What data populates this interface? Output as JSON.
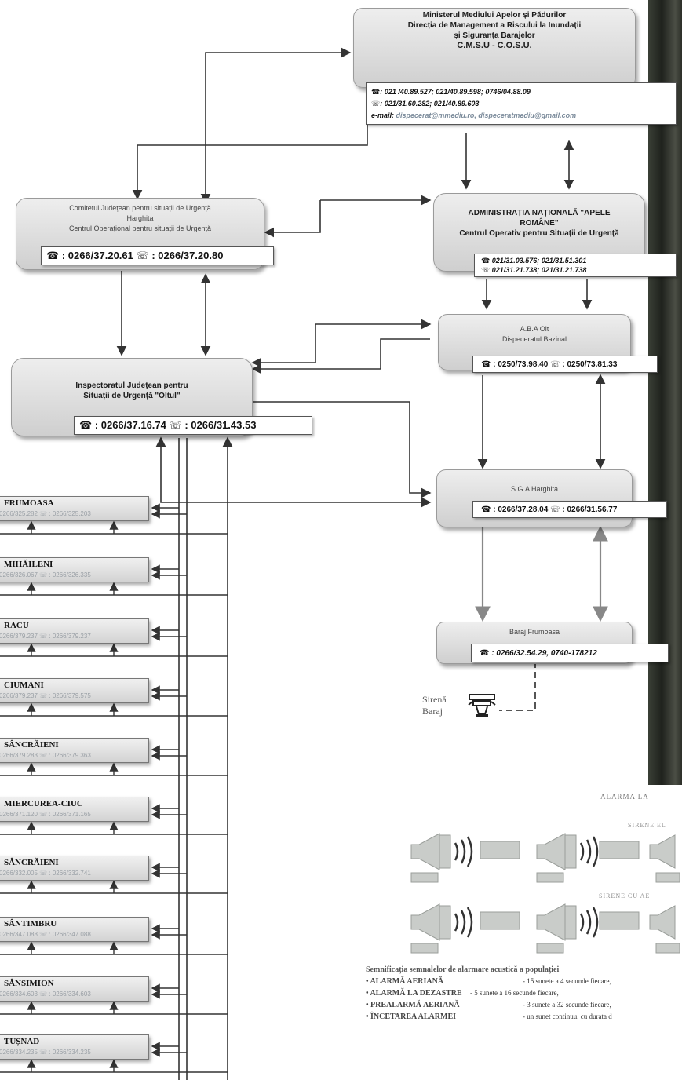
{
  "ministry": {
    "lines": [
      "Ministerul Mediului Apelor și Pădurilor",
      "Direcția de Management a Riscului la Inundații",
      "și Siguranța Barajelor",
      "C.M.S.U - C.O.S.U."
    ],
    "phones": "☎: 021 /40.89.527; 021/40.89.598; 0746/04.88.09",
    "fax": "☏: 021/31.60.282; 021/40.89.603",
    "email_label": "e-mail:",
    "email": "dispecerat@mmediu.ro, dispeceratmediu@gmail.com"
  },
  "committee": {
    "lines": [
      "Comitetul Județean pentru situații de Urgență",
      "Harghita",
      "Centrul Operațional pentru situații de Urgență"
    ],
    "contact": "☎ : 0266/37.20.61  ☏ : 0266/37.20.80"
  },
  "apele": {
    "lines": [
      "ADMINISTRAȚIA NAȚIONALĂ \"APELE",
      "ROMÂNE\"",
      "Centrul Operativ pentru Situații de Urgență"
    ],
    "phone1": "☎   021/31.03.576; 021/31.51.301",
    "phone2": "☏   021/31.21.738; 021/31.21.738"
  },
  "aba": {
    "lines": [
      "A.B.A Olt",
      "Dispeceratul Bazinal"
    ],
    "contact": "☎ : 0250/73.98.40  ☏ : 0250/73.81.33"
  },
  "isu": {
    "lines": [
      "Inspectoratul Județean pentru",
      "Situații de Urgență \"Oltul\""
    ],
    "contact": "☎ : 0266/37.16.74  ☏ : 0266/31.43.53"
  },
  "sga": {
    "lines": [
      "S.G.A Harghita"
    ],
    "contact": "☎ : 0266/37.28.04  ☏ : 0266/31.56.77"
  },
  "baraj": {
    "lines": [
      "Baraj Frumoasa"
    ],
    "contact": "☎ : 0266/32.54.29, 0740-178212"
  },
  "siren_label": [
    "Sirenă",
    "Baraj"
  ],
  "localities": [
    {
      "name": "FRUMOASA",
      "phone": "0266/325.282  ☏ : 0266/325.203"
    },
    {
      "name": "MIHĂILENI",
      "phone": "0266/326.067  ☏ : 0266/326.335"
    },
    {
      "name": "RACU",
      "phone": "0266/379.237  ☏ : 0266/379.237"
    },
    {
      "name": "CIUMANI",
      "phone": "0266/379.237  ☏ : 0266/379.575"
    },
    {
      "name": "SÂNCRĂIENI",
      "phone": "0266/379.283  ☏ : 0266/379.363"
    },
    {
      "name": "MIERCUREA-CIUC",
      "phone": "0266/371.120  ☏ : 0266/371.165"
    },
    {
      "name": "SÂNCRĂIENI",
      "phone": "0266/332.005  ☏ : 0266/332.741"
    },
    {
      "name": "SÂNTIMBRU",
      "phone": "0266/347.088  ☏ : 0266/347.088"
    },
    {
      "name": "SÂNSIMION",
      "phone": "0266/334.603  ☏ : 0266/334.603"
    },
    {
      "name": "TUȘNAD",
      "phone": "0266/334.235  ☏ : 0266/334.235"
    }
  ],
  "alarm": {
    "title": "ALARMA LA",
    "row1_caption": "SIRENE EL",
    "row2_caption": "SIRENE CU AE",
    "heading": "Semnificația semnalelor de alarmare acustică a populației",
    "signals": [
      {
        "name": "• ALARMĂ AERIANĂ",
        "desc": "-  15 sunete a 4 secunde fiecare,"
      },
      {
        "name": "• ALARMĂ LA DEZASTRE",
        "desc": "-  5 sunete a 16 secunde fiecare,"
      },
      {
        "name": "• PREALARMĂ AERIANĂ",
        "desc": "-  3 sunete a 32 secunde fiecare,"
      },
      {
        "name": "• ÎNCETAREA ALARMEI",
        "desc": "-  un sunet continuu, cu durata d"
      }
    ]
  }
}
